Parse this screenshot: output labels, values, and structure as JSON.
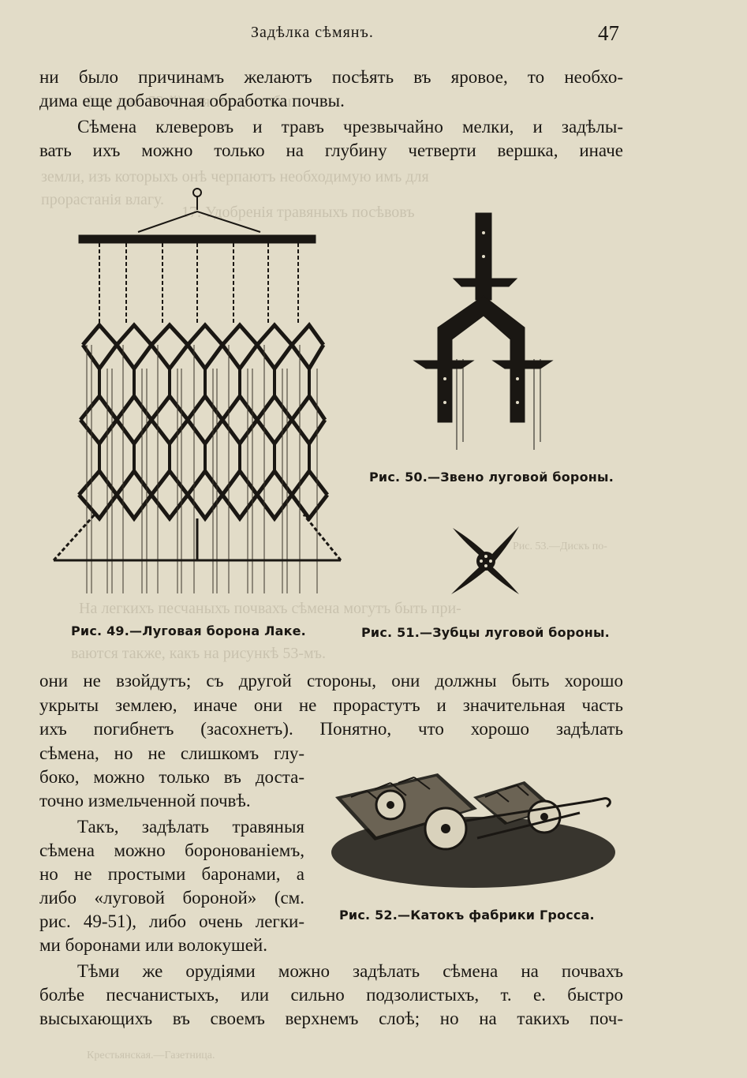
{
  "header": {
    "running_title": "Задѣлка сѣмянъ.",
    "page_number": "47"
  },
  "paragraph_top": [
    "ни было причинамъ желаютъ посѣять въ яровое, то необхо-",
    "дима еще добавочная обработка почвы.",
    "Сѣмена клеверовъ и травъ чрезвычайно мелки, и задѣлы-",
    "вать ихъ можно только на глубину четверти вершка, иначе"
  ],
  "figures": {
    "fig49": {
      "caption": "Рис. 49.—Луговая борона Лаке."
    },
    "fig50": {
      "caption": "Рис. 50.—Звено луговой бороны."
    },
    "fig51": {
      "caption": "Рис. 51.—Зубцы луговой бороны."
    },
    "fig52": {
      "caption": "Рис. 52.—Катокъ фабрики Гросса."
    }
  },
  "paragraph_mid_full": [
    "они не взойдутъ; съ другой стороны, они должны быть хорошо",
    "укрыты землею, иначе они не прорастутъ и значительная часть",
    "ихъ погибнетъ (засохнетъ). Понятно, что хорошо задѣлать"
  ],
  "paragraph_mid_narrow": [
    "сѣмена, но не слишкомъ глу-",
    "боко, можно только въ доста-",
    "точно измельченной почвѣ.",
    "Такъ, задѣлать травяныя",
    "сѣмена можно боронованіемъ,",
    "но не простыми баронами, а",
    "либо «луговой бороной» (см.",
    "рис. 49-51), либо очень легки-",
    "ми боронами или волокушей."
  ],
  "paragraph_bottom": [
    "Тѣми же орудіями можно задѣлать сѣмена на почвахъ",
    "болѣе песчанистыхъ, или сильно подзолистыхъ, т. е. быстро",
    "высыхающихъ въ своемъ верхнемъ слоѣ; но на такихъ поч-"
  ],
  "show_through": [
    "(см. рис. 53-й) для того, чтобы",
    "земли, изъ которыхъ онѣ черпаютъ необходимую имъ для",
    "прорастанія влагу.",
    "17. Удобренія травяныхъ посѣвовъ",
    "На легкихъ песчаныхъ почвахъ сѣмена могутъ быть при-",
    "ваются также, какъ на рисункѣ 53-мъ.",
    "Рис. 53.—Дискъ по-",
    "Крестьянская.—Газетница."
  ]
}
